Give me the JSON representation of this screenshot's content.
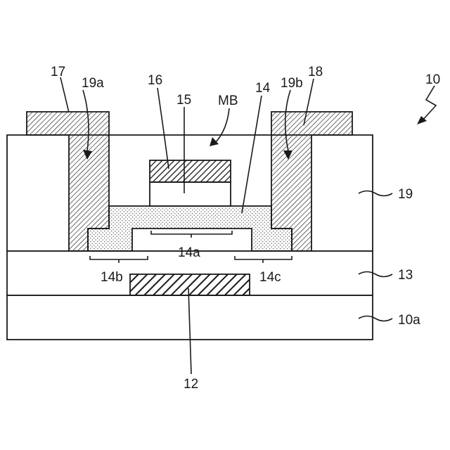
{
  "figure": {
    "labels": {
      "device": "10",
      "substrate": "10a",
      "gate": "12",
      "gate_insulator": "13",
      "semiconductor": "14",
      "channel_region": "14a",
      "source_region": "14b",
      "drain_region": "14c",
      "layer_15": "15",
      "layer_16": "16",
      "source_electrode": "17",
      "drain_electrode": "18",
      "insulating_layer": "19",
      "contact_hole_a": "19a",
      "contact_hole_b": "19b",
      "mb": "MB"
    },
    "colors": {
      "line": "#1a1a1a",
      "background": "#ffffff",
      "dots": "#555555"
    }
  }
}
